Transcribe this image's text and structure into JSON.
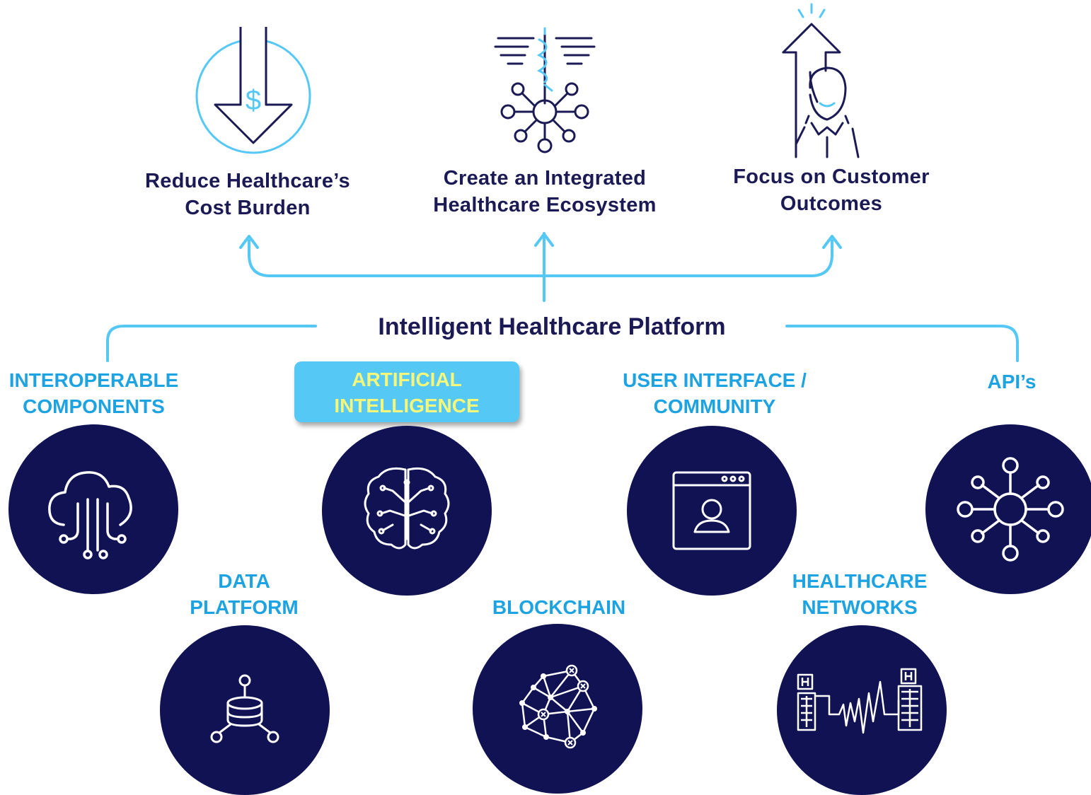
{
  "goals": [
    {
      "label": "Reduce Healthcare’s\nCost Burden",
      "icon": "dollar-down-arrow-icon"
    },
    {
      "label": "Create an Integrated\nHealthcare Ecosystem",
      "icon": "caduceus-network-icon"
    },
    {
      "label": "Focus on Customer\nOutcomes",
      "icon": "person-up-arrow-icon"
    }
  ],
  "platform": {
    "title": "Intelligent Healthcare Platform"
  },
  "components": [
    {
      "label": "INTEROPERABLE\nCOMPONENTS",
      "icon": "cloud-circuit-icon"
    },
    {
      "label": "ARTIFICIAL\nINTELLIGENCE",
      "icon": "brain-circuit-icon",
      "highlighted": true
    },
    {
      "label": "USER INTERFACE /\nCOMMUNITY",
      "icon": "browser-user-icon"
    },
    {
      "label": "API’s",
      "icon": "hub-network-icon"
    },
    {
      "label": "DATA\nPLATFORM",
      "icon": "database-nodes-icon"
    },
    {
      "label": "BLOCKCHAIN",
      "icon": "mesh-network-icon"
    },
    {
      "label": "HEALTHCARE\nNETWORKS",
      "icon": "hospital-heartbeat-icon"
    }
  ],
  "colors": {
    "navy": "#111254",
    "heading": "#1b1a55",
    "accent_blue": "#1ea3e2",
    "line_blue": "#55c8f6",
    "highlight_box": "#55c8f6",
    "highlight_text": "#f4f77c"
  }
}
